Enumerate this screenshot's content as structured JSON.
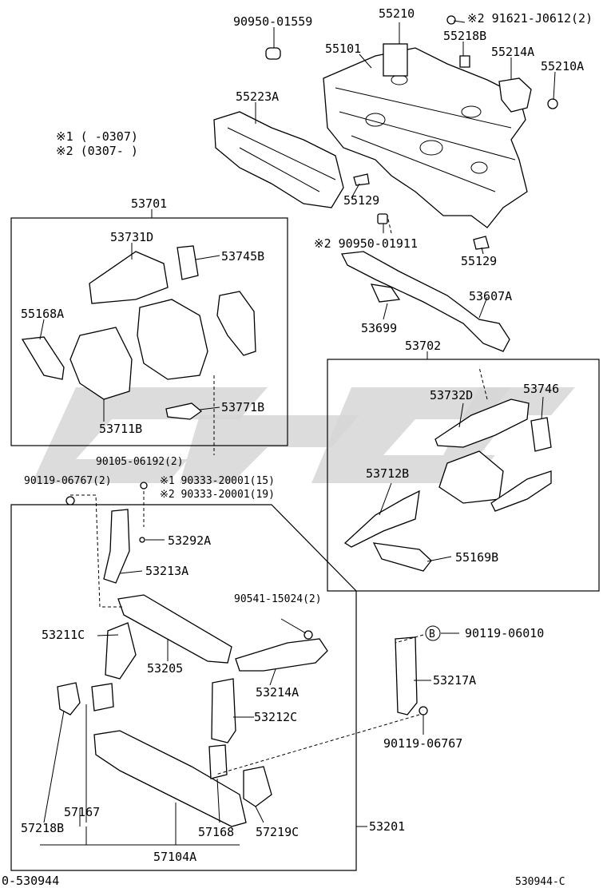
{
  "notes": {
    "note1": "※1 (     -0307)",
    "note2": "※2 (0307-     )"
  },
  "footer": {
    "left": "0-530944",
    "right": "530944-C"
  },
  "callout_b": "B",
  "labels": {
    "p90950_01559": "90950-01559",
    "p55210": "55210",
    "p91621": "※2 91621-J0612(2)",
    "p55218B": "55218B",
    "p55101": "55101",
    "p55214A": "55214A",
    "p55210A": "55210A",
    "p55223A": "55223A",
    "p55129a": "55129",
    "p90950_01911": "※2 90950-01911",
    "p55129b": "55129",
    "p53701": "53701",
    "p53731D": "53731D",
    "p53745B": "53745B",
    "p55168A": "55168A",
    "p53711B": "53711B",
    "p53771B": "53771B",
    "p53607A": "53607A",
    "p53699": "53699",
    "p53702": "53702",
    "p53732D": "53732D",
    "p53746": "53746",
    "p53712B": "53712B",
    "p55169B": "55169B",
    "p90105": "90105-06192(2)",
    "p90119_06767_2": "90119-06767(2)",
    "p90333_15": "※1 90333-20001(15)",
    "p90333_19": "※2 90333-20001(19)",
    "p53292A": "53292A",
    "p53213A": "53213A",
    "p90541": "90541-15024(2)",
    "p53211C": "53211C",
    "p53205": "53205",
    "p90119_06010": "90119-06010",
    "p53214A": "53214A",
    "p53217A": "53217A",
    "p53212C": "53212C",
    "p90119_06767": "90119-06767",
    "p57167": "57167",
    "p57218B": "57218B",
    "p57168": "57168",
    "p57219C": "57219C",
    "p53201": "53201",
    "p57104A": "57104A"
  }
}
